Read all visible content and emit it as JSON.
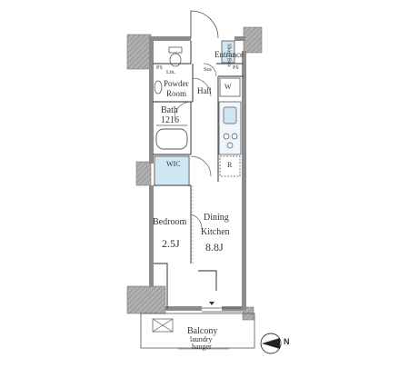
{
  "rooms": {
    "entrance": "Entrance",
    "shoes_box": "Shoes Box",
    "lin": "Lin.",
    "sea": "Sea",
    "ps_left": "PS",
    "ps_right": "PS",
    "powder_line1": "Powder",
    "powder_line2": "Room",
    "hall": "Hall",
    "w": "W",
    "bath_line1": "Bath",
    "bath_line2": "1216",
    "wic": "WIC",
    "r": "R",
    "bedroom_name": "Bedroom",
    "bedroom_size": "2.5J",
    "dk_line1": "Dining",
    "dk_line2": "Kitchen",
    "dk_size": "8.8J",
    "balcony": "Balcony",
    "laundry_line1": "laundry",
    "laundry_line2": "hanger",
    "north": "N"
  },
  "colors": {
    "wall": "#8c8c8c",
    "hatched_pillar": "#a6a6a6",
    "closet_fill": "#cfe6f5",
    "line": "#555555"
  }
}
